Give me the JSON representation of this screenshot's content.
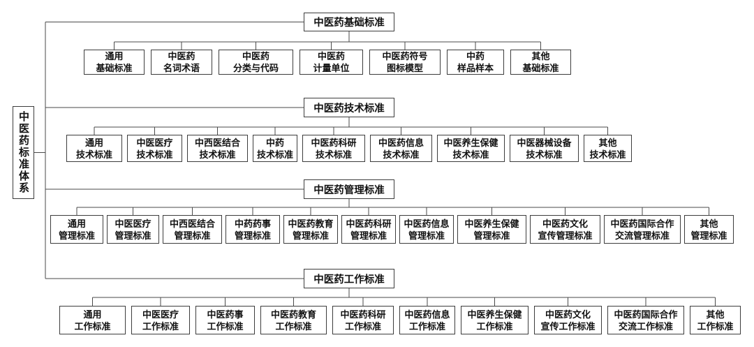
{
  "page": {
    "background": "#ffffff"
  },
  "diagram": {
    "root_label": "中医药标准体系",
    "line_color": "#4a4a4a",
    "box_border_color": "#3c3c3c",
    "text_color": "#111111",
    "branches": [
      {
        "title": "中医药基础标准",
        "children": [
          {
            "line1": "通用",
            "line2": "基础标准"
          },
          {
            "line1": "中医药",
            "line2": "名词术语"
          },
          {
            "line1": "中医药",
            "line2": "分类与代码"
          },
          {
            "line1": "中医药",
            "line2": "计量单位"
          },
          {
            "line1": "中医药符号",
            "line2": "图标模型"
          },
          {
            "line1": "中药",
            "line2": "样品样本"
          },
          {
            "line1": "其他",
            "line2": "基础标准"
          }
        ]
      },
      {
        "title": "中医药技术标准",
        "children": [
          {
            "line1": "通用",
            "line2": "技术标准"
          },
          {
            "line1": "中医医疗",
            "line2": "技术标准"
          },
          {
            "line1": "中西医结合",
            "line2": "技术标准"
          },
          {
            "line1": "中药",
            "line2": "技术标准"
          },
          {
            "line1": "中医药科研",
            "line2": "技术标准"
          },
          {
            "line1": "中医药信息",
            "line2": "技术标准"
          },
          {
            "line1": "中医养生保健",
            "line2": "技术标准"
          },
          {
            "line1": "中医器械设备",
            "line2": "技术标准"
          },
          {
            "line1": "其他",
            "line2": "技术标准"
          }
        ]
      },
      {
        "title": "中医药管理标准",
        "children": [
          {
            "line1": "通用",
            "line2": "管理标准"
          },
          {
            "line1": "中医医疗",
            "line2": "管理标准"
          },
          {
            "line1": "中西医结合",
            "line2": "管理标准"
          },
          {
            "line1": "中药药事",
            "line2": "管理标准"
          },
          {
            "line1": "中医药教育",
            "line2": "管理标准"
          },
          {
            "line1": "中医药科研",
            "line2": "管理标准"
          },
          {
            "line1": "中医药信息",
            "line2": "管理标准"
          },
          {
            "line1": "中医养生保健",
            "line2": "管理标准"
          },
          {
            "line1": "中医药文化",
            "line2": "宣传管理标准"
          },
          {
            "line1": "中医药国际合作",
            "line2": "交流管理标准"
          },
          {
            "line1": "其他",
            "line2": "管理标准"
          }
        ]
      },
      {
        "title": "中医药工作标准",
        "children": [
          {
            "line1": "通用",
            "line2": "工作标准"
          },
          {
            "line1": "中医医疗",
            "line2": "工作标准"
          },
          {
            "line1": "中医药事",
            "line2": "工作标准"
          },
          {
            "line1": "中医药教育",
            "line2": "工作标准"
          },
          {
            "line1": "中医药科研",
            "line2": "工作标准"
          },
          {
            "line1": "中医药信息",
            "line2": "工作标准"
          },
          {
            "line1": "中医养生保健",
            "line2": "工作标准"
          },
          {
            "line1": "中医药文化",
            "line2": "宣传工作标准"
          },
          {
            "line1": "中医药国际合作",
            "line2": "交流工作标准"
          },
          {
            "line1": "其他",
            "line2": "工作标准"
          }
        ]
      }
    ]
  }
}
